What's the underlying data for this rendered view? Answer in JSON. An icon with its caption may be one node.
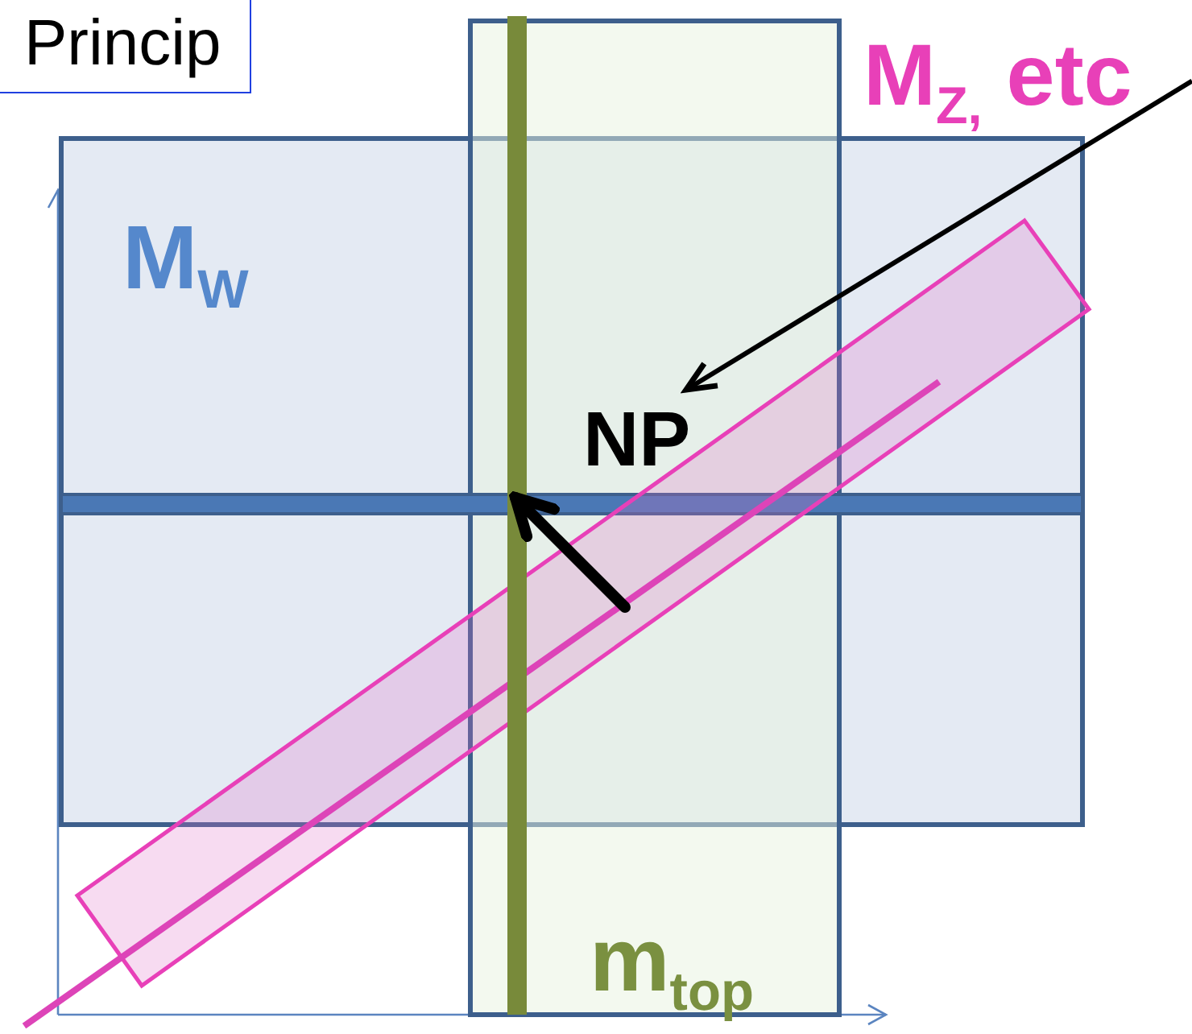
{
  "diagram": {
    "title": "Princip",
    "nodes": [
      {
        "text": [
          "M$_{Z,}$ etc"
        ]
      },
      {
        "text": [
          "NP"
        ]
      }
    ],
    "edges": [
      {
        "from": 0,
        "to": 1,
        "arrow": "to"
      }
    ],
    "labels": [
      "M$_{W}$",
      "m$_{top}$"
    ]
  }
}
